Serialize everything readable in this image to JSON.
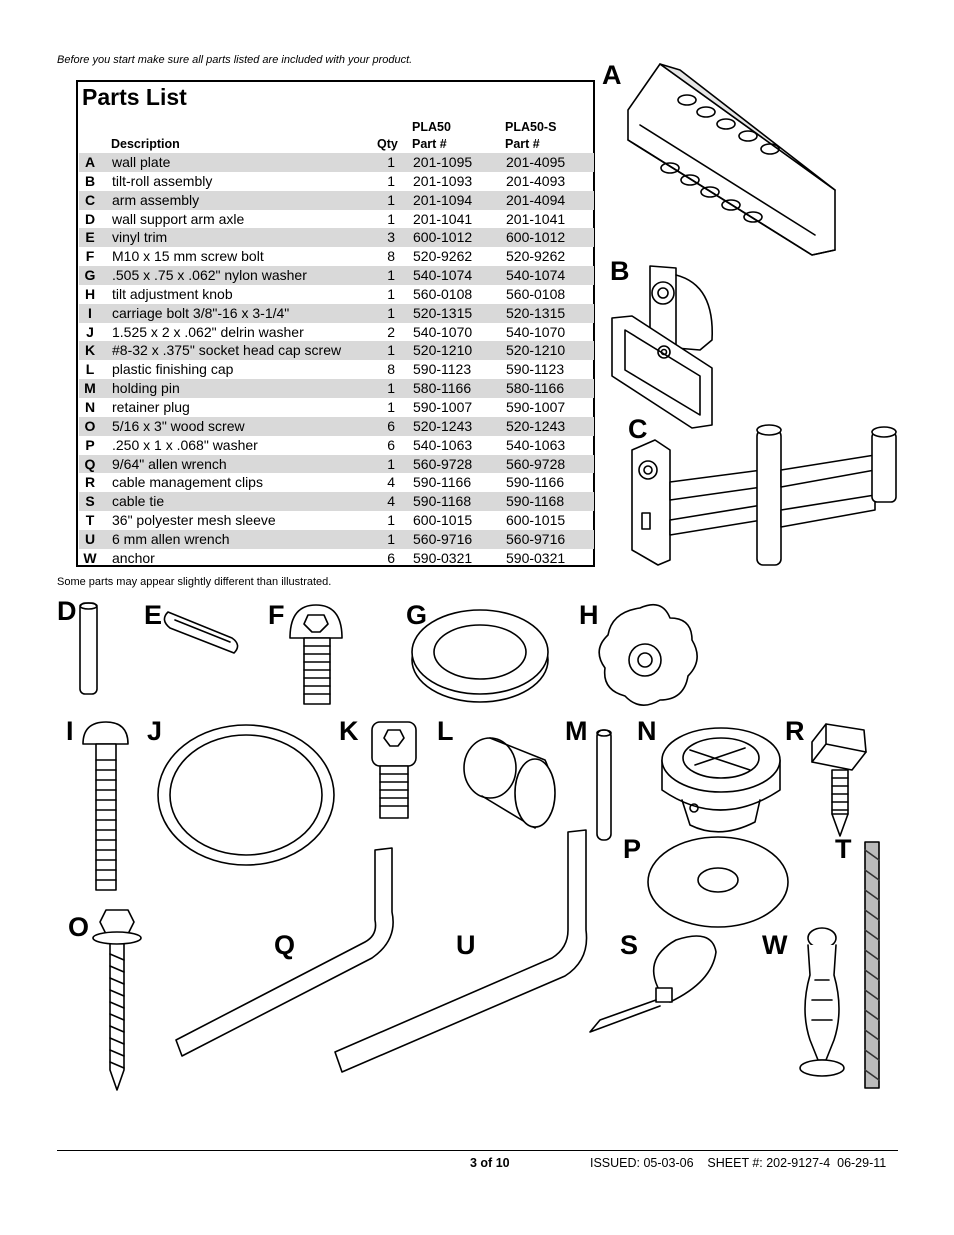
{
  "intro_text": "Before you start make sure all parts listed are included with your product.",
  "parts_table": {
    "title": "Parts List",
    "headers": {
      "description": "Description",
      "qty": "Qty",
      "model1": "PLA50",
      "model2": "PLA50-S",
      "part_label1": "Part #",
      "part_label2": "Part #"
    },
    "rows": [
      {
        "letter": "A",
        "desc": "wall plate",
        "qty": "1",
        "p1": "201-1095",
        "p2": "201-4095"
      },
      {
        "letter": "B",
        "desc": "tilt-roll assembly",
        "qty": "1",
        "p1": "201-1093",
        "p2": "201-4093"
      },
      {
        "letter": "C",
        "desc": "arm assembly",
        "qty": "1",
        "p1": "201-1094",
        "p2": "201-4094"
      },
      {
        "letter": "D",
        "desc": "wall support arm axle",
        "qty": "1",
        "p1": "201-1041",
        "p2": "201-1041"
      },
      {
        "letter": "E",
        "desc": "vinyl trim",
        "qty": "3",
        "p1": "600-1012",
        "p2": "600-1012"
      },
      {
        "letter": "F",
        "desc": "M10 x 15 mm screw bolt",
        "qty": "8",
        "p1": "520-9262",
        "p2": "520-9262"
      },
      {
        "letter": "G",
        "desc": ".505 x .75 x .062\" nylon washer",
        "qty": "1",
        "p1": "540-1074",
        "p2": "540-1074"
      },
      {
        "letter": "H",
        "desc": "tilt adjustment knob",
        "qty": "1",
        "p1": "560-0108",
        "p2": "560-0108"
      },
      {
        "letter": "I",
        "desc": "carriage bolt 3/8\"-16 x 3-1/4\"",
        "qty": "1",
        "p1": "520-1315",
        "p2": "520-1315"
      },
      {
        "letter": "J",
        "desc": "1.525 x 2 x .062\" delrin washer",
        "qty": "2",
        "p1": "540-1070",
        "p2": "540-1070"
      },
      {
        "letter": "K",
        "desc": "#8-32 x .375\" socket head cap screw",
        "qty": "1",
        "p1": "520-1210",
        "p2": "520-1210"
      },
      {
        "letter": "L",
        "desc": "plastic finishing cap",
        "qty": "8",
        "p1": "590-1123",
        "p2": "590-1123"
      },
      {
        "letter": "M",
        "desc": "holding pin",
        "qty": "1",
        "p1": "580-1166",
        "p2": "580-1166"
      },
      {
        "letter": "N",
        "desc": "retainer plug",
        "qty": "1",
        "p1": "590-1007",
        "p2": "590-1007"
      },
      {
        "letter": "O",
        "desc": "5/16 x 3\" wood screw",
        "qty": "6",
        "p1": "520-1243",
        "p2": "520-1243"
      },
      {
        "letter": "P",
        "desc": ".250 x 1 x .068\" washer",
        "qty": "6",
        "p1": "540-1063",
        "p2": "540-1063"
      },
      {
        "letter": "Q",
        "desc": "9/64\" allen wrench",
        "qty": "1",
        "p1": "560-9728",
        "p2": "560-9728"
      },
      {
        "letter": "R",
        "desc": "cable management clips",
        "qty": "4",
        "p1": "590-1166",
        "p2": "590-1166"
      },
      {
        "letter": "S",
        "desc": "cable tie",
        "qty": "4",
        "p1": "590-1168",
        "p2": "590-1168"
      },
      {
        "letter": "T",
        "desc": "36\" polyester mesh sleeve",
        "qty": "1",
        "p1": "600-1015",
        "p2": "600-1015"
      },
      {
        "letter": "U",
        "desc": "6 mm allen wrench",
        "qty": "1",
        "p1": "560-9716",
        "p2": "560-9716"
      },
      {
        "letter": "W",
        "desc": "anchor",
        "qty": "6",
        "p1": "590-0321",
        "p2": "590-0321"
      }
    ]
  },
  "note_text": "Some parts may appear slightly different than illustrated.",
  "part_labels": {
    "A": "A",
    "B": "B",
    "C": "C",
    "D": "D",
    "E": "E",
    "F": "F",
    "G": "G",
    "H": "H",
    "I": "I",
    "J": "J",
    "K": "K",
    "L": "L",
    "M": "M",
    "N": "N",
    "R": "R",
    "P": "P",
    "T": "T",
    "O": "O",
    "Q": "Q",
    "U": "U",
    "S": "S",
    "W": "W"
  },
  "footer": {
    "page": "3 of 10",
    "issued": "ISSUED: 05-03-06    SHEET #: 202-9127-4  06-29-11"
  },
  "colors": {
    "row_shade": "#d9d9d9",
    "ink": "#000000"
  }
}
